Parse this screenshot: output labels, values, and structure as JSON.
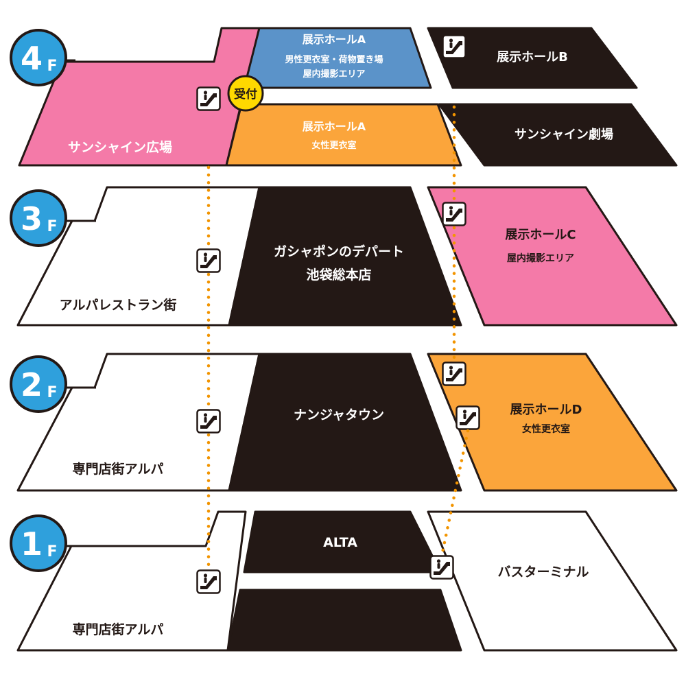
{
  "colors": {
    "pink": "#f47aa8",
    "blue": "#5b93c9",
    "orange": "#fba53b",
    "black": "#231815",
    "white": "#ffffff",
    "badge_blue": "#2fa0dc",
    "reception_yellow": "#ffd900",
    "route_dots": "#f29400"
  },
  "icons": {
    "escalator": "escalator-icon"
  },
  "floors": {
    "f4": {
      "badge_num": "4",
      "badge_f": "F",
      "sunshine_plaza": "サンシャイン広場",
      "hall_a_upper_title": "展示ホールA",
      "hall_a_upper_sub1": "男性更衣室・荷物置き場",
      "hall_a_upper_sub2": "屋内撮影エリア",
      "hall_a_lower_title": "展示ホールA",
      "hall_a_lower_sub": "女性更衣室",
      "hall_b": "展示ホールB",
      "sunshine_theater": "サンシャイン劇場",
      "reception": "受付"
    },
    "f3": {
      "badge_num": "3",
      "badge_f": "F",
      "alpa_restaurant": "アルパレストラン街",
      "gachapon_line1": "ガシャポンのデパート",
      "gachapon_line2": "池袋総本店",
      "hall_c_title": "展示ホールC",
      "hall_c_sub": "屋内撮影エリア"
    },
    "f2": {
      "badge_num": "2",
      "badge_f": "F",
      "alpa_shops": "専門店街アルパ",
      "namja_town": "ナンジャタウン",
      "hall_d_title": "展示ホールD",
      "hall_d_sub": "女性更衣室"
    },
    "f1": {
      "badge_num": "1",
      "badge_f": "F",
      "alpa_shops": "専門店街アルパ",
      "alta": "ALTA",
      "bus_terminal": "バスターミナル"
    }
  }
}
